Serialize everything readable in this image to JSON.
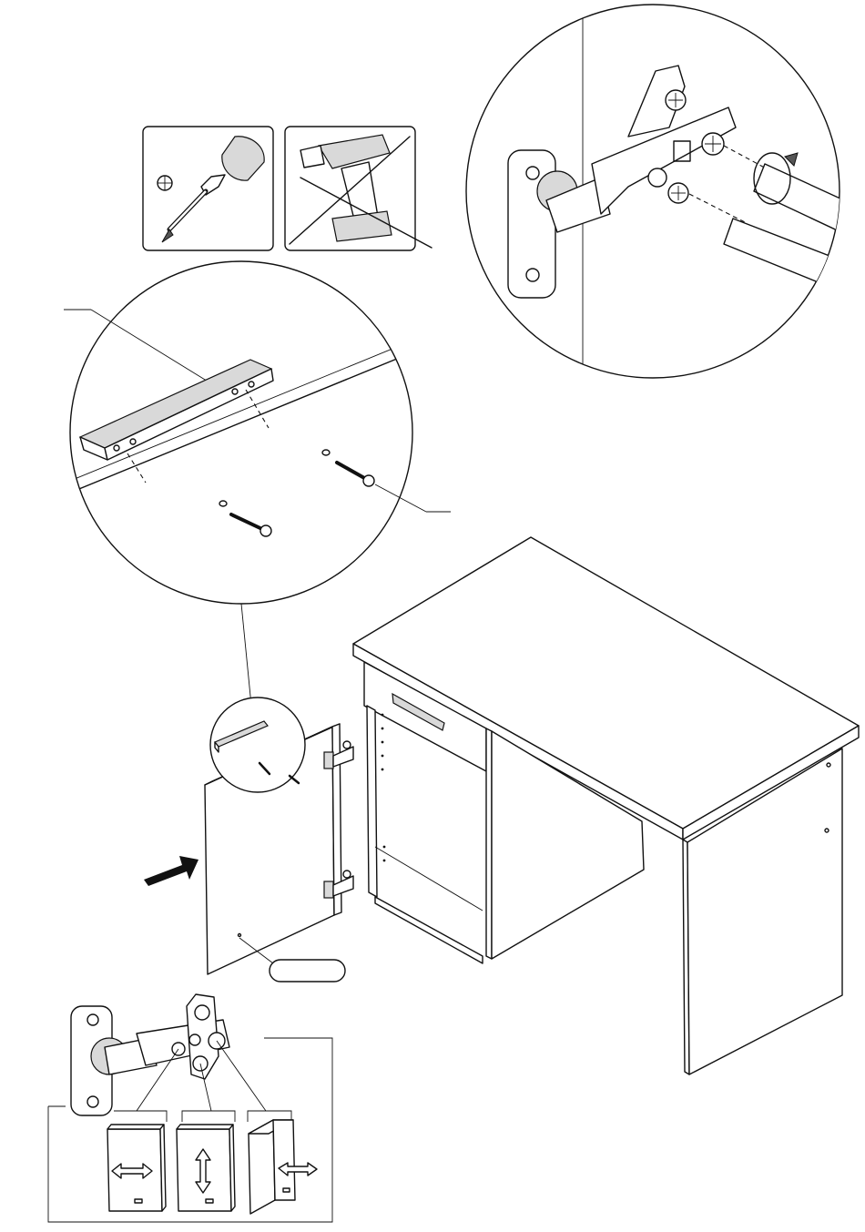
{
  "page": {
    "type": "assembly-instruction-step",
    "background": "#ffffff",
    "line_color": "#111111"
  },
  "tools": [
    {
      "name": "phillips-screwdriver",
      "allowed": true
    },
    {
      "name": "power-drill",
      "allowed": false
    }
  ],
  "callouts": {
    "part_label_box": ""
  },
  "adjustments": [
    {
      "direction": "horizontal"
    },
    {
      "direction": "vertical"
    },
    {
      "direction": "depth"
    }
  ],
  "icons": [
    "phillips-cross-icon",
    "screwdriver-icon",
    "drill-icon",
    "arrow-icon",
    "hinge-icon",
    "screw-icon",
    "handle-icon"
  ]
}
